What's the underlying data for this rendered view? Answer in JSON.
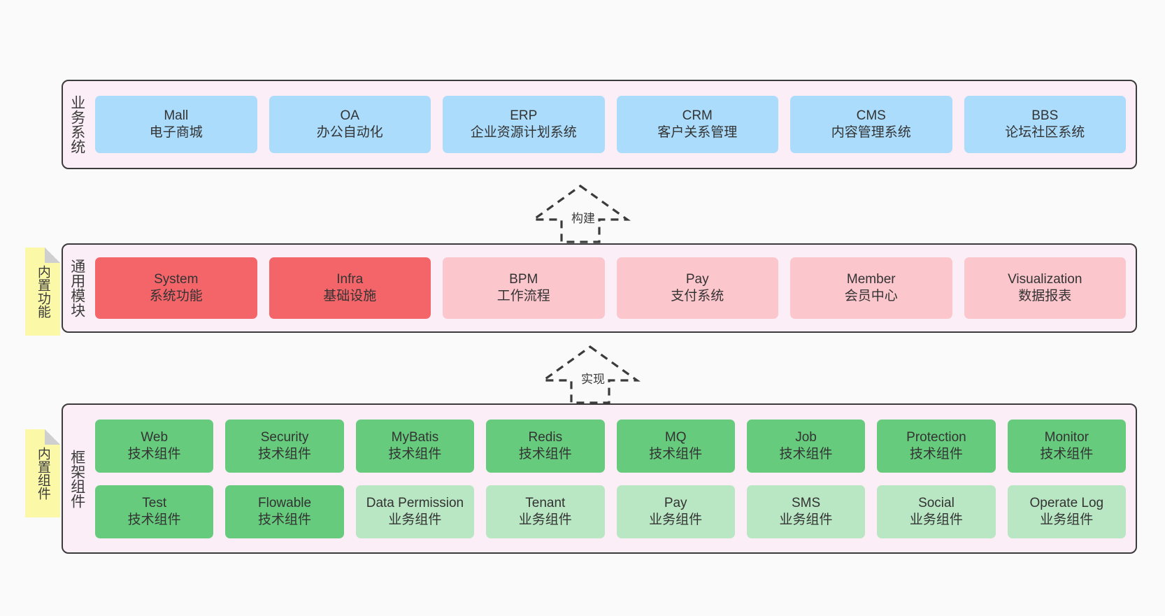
{
  "diagram": {
    "background_color": "#fafafa",
    "section_fill": "#fbeef6",
    "section_border": "#3b3b3b",
    "sticky_color": "#fbf8a8",
    "colors": {
      "business": "#abdcfb",
      "module_highlight": "#f4656a",
      "module_normal": "#fcc6cd",
      "tech_component": "#66cb7d",
      "business_component": "#b9e7c4"
    }
  },
  "sections": [
    {
      "id": "business-systems",
      "title": "业务系统",
      "rows": [
        [
          {
            "en": "Mall",
            "cn": "电子商城"
          },
          {
            "en": "OA",
            "cn": "办公自动化"
          },
          {
            "en": "ERP",
            "cn": "企业资源计划系统"
          },
          {
            "en": "CRM",
            "cn": "客户关系管理"
          },
          {
            "en": "CMS",
            "cn": "内容管理系统"
          },
          {
            "en": "BBS",
            "cn": "论坛社区系统"
          }
        ]
      ]
    },
    {
      "id": "common-modules",
      "title": "通用模块",
      "sticky": "内置功能",
      "rows": [
        [
          {
            "en": "System",
            "cn": "系统功能",
            "highlight": true
          },
          {
            "en": "Infra",
            "cn": "基础设施",
            "highlight": true
          },
          {
            "en": "BPM",
            "cn": "工作流程",
            "highlight": false
          },
          {
            "en": "Pay",
            "cn": "支付系统",
            "highlight": false
          },
          {
            "en": "Member",
            "cn": "会员中心",
            "highlight": false
          },
          {
            "en": "Visualization",
            "cn": "数据报表",
            "highlight": false
          }
        ]
      ]
    },
    {
      "id": "framework-components",
      "title": "框架组件",
      "sticky": "内置组件",
      "rows": [
        [
          {
            "en": "Web",
            "cn": "技术组件",
            "kind": "tech"
          },
          {
            "en": "Security",
            "cn": "技术组件",
            "kind": "tech"
          },
          {
            "en": "MyBatis",
            "cn": "技术组件",
            "kind": "tech"
          },
          {
            "en": "Redis",
            "cn": "技术组件",
            "kind": "tech"
          },
          {
            "en": "MQ",
            "cn": "技术组件",
            "kind": "tech"
          },
          {
            "en": "Job",
            "cn": "技术组件",
            "kind": "tech"
          },
          {
            "en": "Protection",
            "cn": "技术组件",
            "kind": "tech"
          },
          {
            "en": "Monitor",
            "cn": "技术组件",
            "kind": "tech"
          }
        ],
        [
          {
            "en": "Test",
            "cn": "技术组件",
            "kind": "tech"
          },
          {
            "en": "Flowable",
            "cn": "技术组件",
            "kind": "tech"
          },
          {
            "en": "Data Permission",
            "cn": "业务组件",
            "kind": "bizcomp"
          },
          {
            "en": "Tenant",
            "cn": "业务组件",
            "kind": "bizcomp"
          },
          {
            "en": "Pay",
            "cn": "业务组件",
            "kind": "bizcomp"
          },
          {
            "en": "SMS",
            "cn": "业务组件",
            "kind": "bizcomp"
          },
          {
            "en": "Social",
            "cn": "业务组件",
            "kind": "bizcomp"
          },
          {
            "en": "Operate Log",
            "cn": "业务组件",
            "kind": "bizcomp"
          }
        ]
      ]
    }
  ],
  "arrows": [
    {
      "id": "build-arrow",
      "label": "构建"
    },
    {
      "id": "implement-arrow",
      "label": "实现"
    }
  ]
}
